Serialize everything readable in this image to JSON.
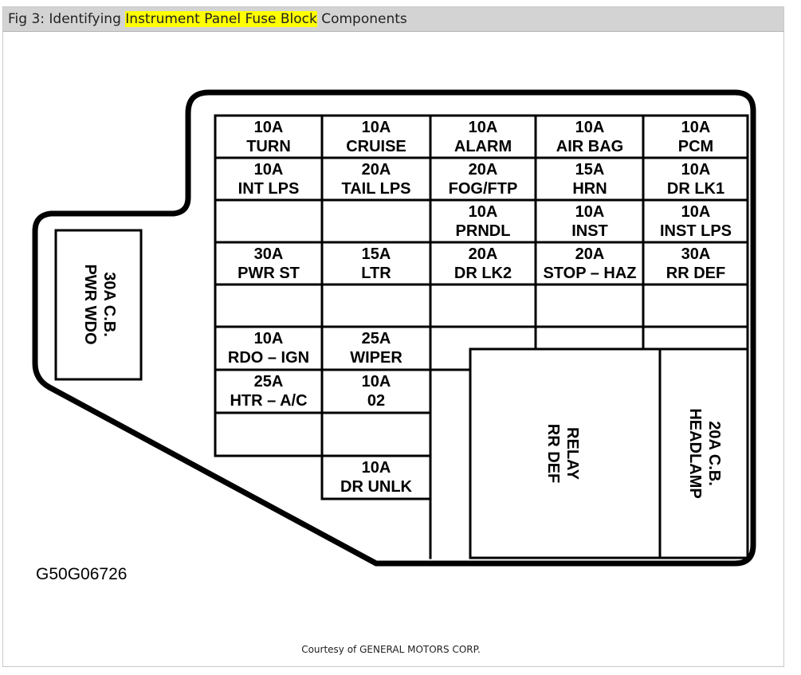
{
  "title": {
    "prefix": "Fig 3: Identifying ",
    "highlight": "Instrument Panel Fuse Block",
    "suffix": " Components"
  },
  "fuses": [
    {
      "id": "r0c0",
      "amp": "10A",
      "name": "TURN"
    },
    {
      "id": "r0c1",
      "amp": "10A",
      "name": "CRUISE"
    },
    {
      "id": "r0c2",
      "amp": "10A",
      "name": "ALARM"
    },
    {
      "id": "r0c3",
      "amp": "10A",
      "name": "AIR BAG"
    },
    {
      "id": "r0c4",
      "amp": "10A",
      "name": "PCM"
    },
    {
      "id": "r1c0",
      "amp": "10A",
      "name": "INT LPS"
    },
    {
      "id": "r1c1",
      "amp": "20A",
      "name": "TAIL LPS"
    },
    {
      "id": "r1c2",
      "amp": "20A",
      "name": "FOG/FTP"
    },
    {
      "id": "r1c3",
      "amp": "15A",
      "name": "HRN"
    },
    {
      "id": "r1c4",
      "amp": "10A",
      "name": "DR LK1"
    },
    {
      "id": "r2c2",
      "amp": "10A",
      "name": "PRNDL"
    },
    {
      "id": "r2c3",
      "amp": "10A",
      "name": "INST"
    },
    {
      "id": "r2c4",
      "amp": "10A",
      "name": "INST LPS"
    },
    {
      "id": "r3c0",
      "amp": "30A",
      "name": "PWR ST"
    },
    {
      "id": "r3c1",
      "amp": "15A",
      "name": "LTR"
    },
    {
      "id": "r3c2",
      "amp": "20A",
      "name": "DR LK2"
    },
    {
      "id": "r3c3",
      "amp": "20A",
      "name": "STOP – HAZ"
    },
    {
      "id": "r3c4",
      "amp": "30A",
      "name": "RR DEF"
    },
    {
      "id": "r5c0",
      "amp": "10A",
      "name": "RDO – IGN"
    },
    {
      "id": "r5c1",
      "amp": "25A",
      "name": "WIPER"
    },
    {
      "id": "r6c0",
      "amp": "25A",
      "name": "HTR – A/C"
    },
    {
      "id": "r6c1",
      "amp": "10A",
      "name": "02"
    },
    {
      "id": "r8c1",
      "amp": "10A",
      "name": "DR UNLK"
    }
  ],
  "breaker_left": {
    "line1": "30A C.B.",
    "line2": "PWR WDO"
  },
  "relay": {
    "line1": "RELAY",
    "line2": "RR DEF"
  },
  "breaker_right": {
    "line1": "20A C.B.",
    "line2": "HEADLAMP"
  },
  "figure_code": "G50G06726",
  "credit": "Courtesy of GENERAL MOTORS CORP."
}
